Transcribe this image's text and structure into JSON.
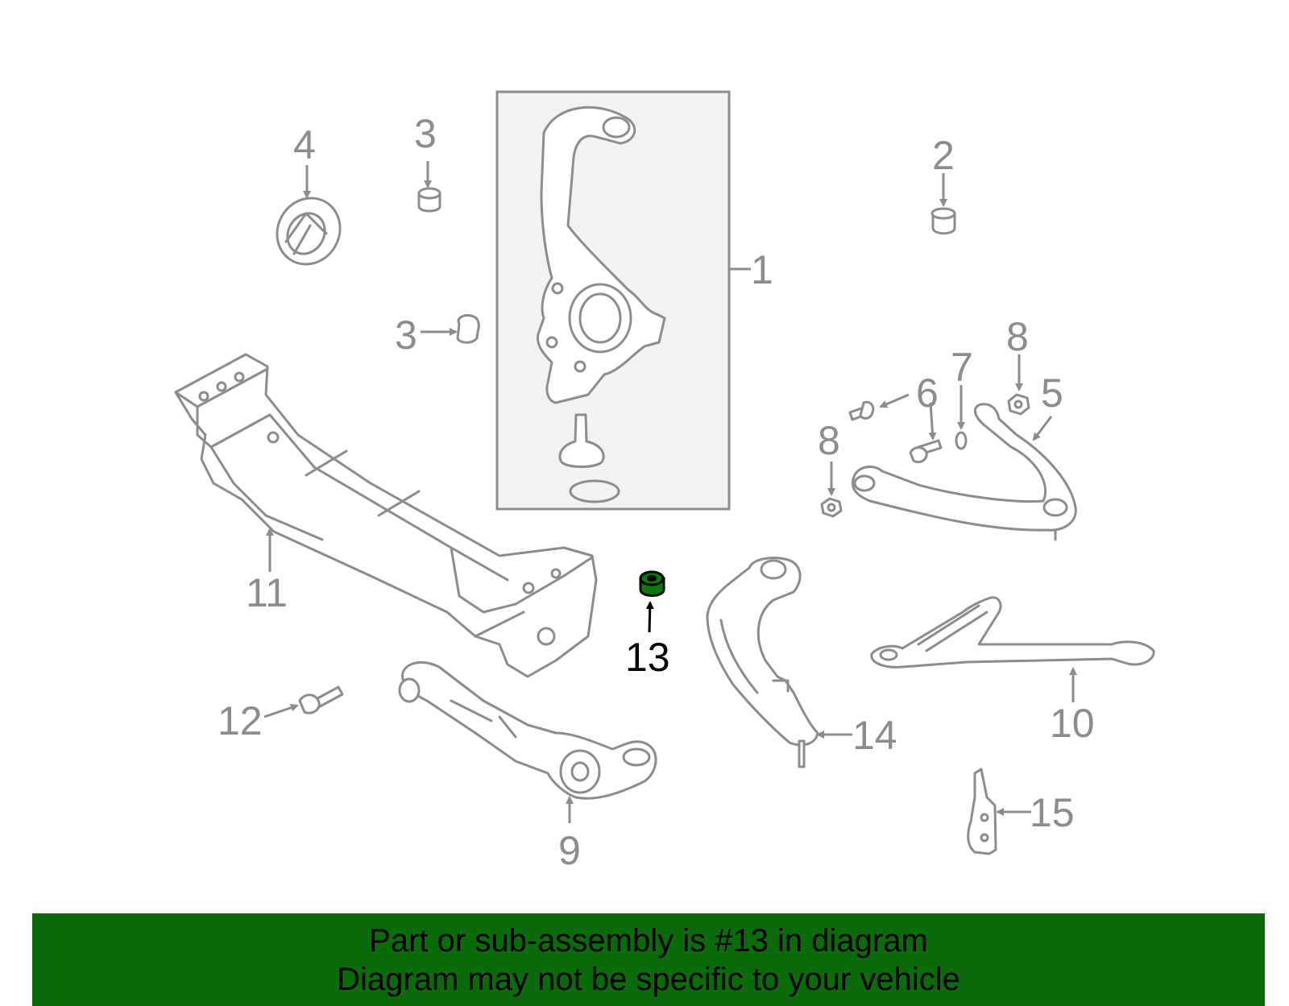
{
  "colors": {
    "part_stroke": "#8c8c8c",
    "highlight_part": "#0a7a0a",
    "highlight_label": "#000000",
    "banner_bg": "#0b6b0b"
  },
  "callouts": {
    "c1": "1",
    "c2": "2",
    "c3a": "3",
    "c3b": "3",
    "c4": "4",
    "c5": "5",
    "c6": "6",
    "c7": "7",
    "c8a": "8",
    "c8b": "8",
    "c9": "9",
    "c10": "10",
    "c11": "11",
    "c12": "12",
    "c13": "13",
    "c14": "14",
    "c15": "15"
  },
  "banner": {
    "line1": "Part or sub-assembly is #13 in diagram",
    "line2": "Diagram may not be specific to your vehicle"
  }
}
